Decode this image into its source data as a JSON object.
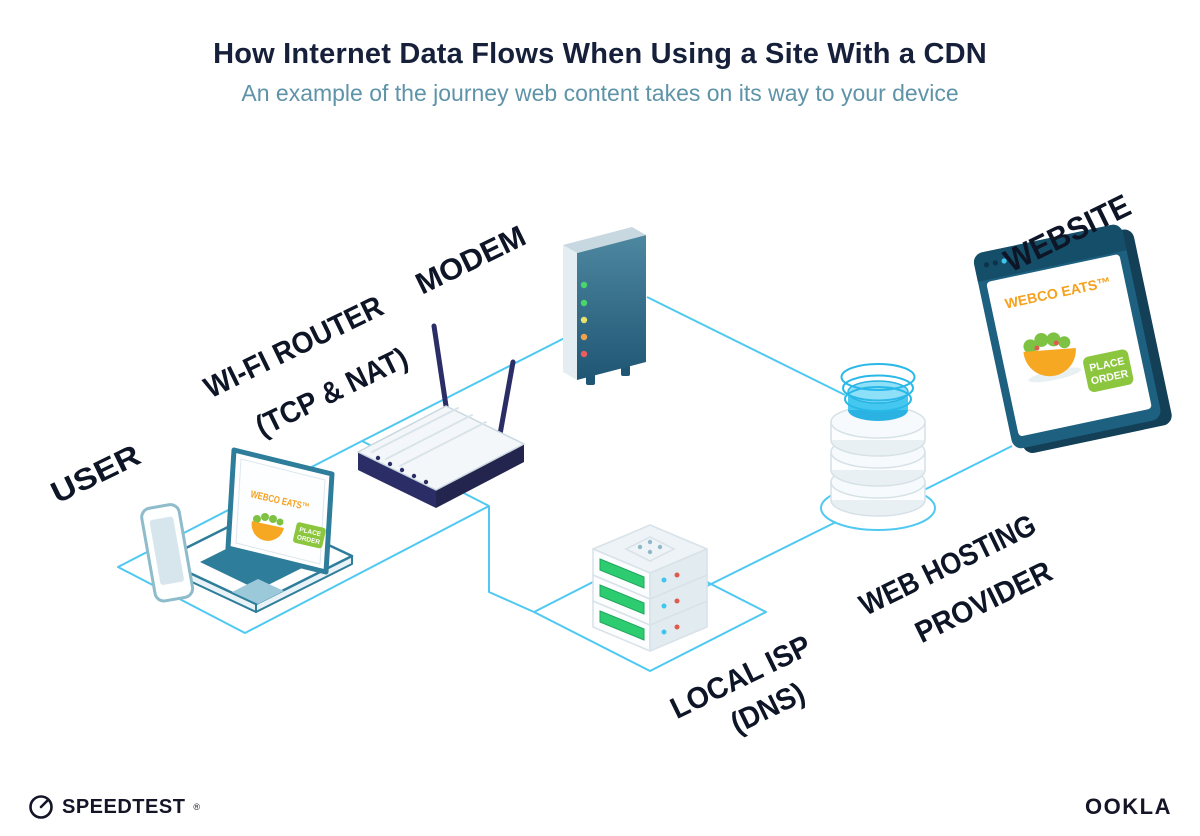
{
  "colors": {
    "title": "#16203A",
    "subtitle": "#5E93A8",
    "label": "#0D1526",
    "line": "#4FC9F2",
    "teal": "#2E7D9A",
    "navy": "#2B2D66",
    "cyan": "#3EC6EE",
    "orange": "#F5A11C",
    "button_green": "#8CC63F",
    "led_green": "#2ECC71",
    "logo": "#141526"
  },
  "header": {
    "title": "How Internet Data Flows When Using a Site With a CDN",
    "subtitle": "An example of the journey web content takes on its way to your device"
  },
  "diagram": {
    "labels": {
      "user": "USER",
      "wifi_router_line1": "WI-FI ROUTER",
      "wifi_router_line2": "(TCP & NAT)",
      "modem": "MODEM",
      "local_isp_line1": "LOCAL ISP",
      "local_isp_line2": "(DNS)",
      "web_hosting_line1": "WEB HOSTING",
      "web_hosting_line2": "PROVIDER",
      "website": "WEBSITE"
    },
    "laptop_screen": {
      "brand": "WEBCO EATS™",
      "order_button_line1": "PLACE",
      "order_button_line2": "ORDER"
    },
    "website_screen": {
      "brand": "WEBCO EATS™",
      "order_button_line1": "PLACE",
      "order_button_line2": "ORDER"
    }
  },
  "footer": {
    "speedtest_wordmark": "SPEEDTEST",
    "speedtest_reg": "®",
    "ookla_wordmark": "OOKLA"
  }
}
